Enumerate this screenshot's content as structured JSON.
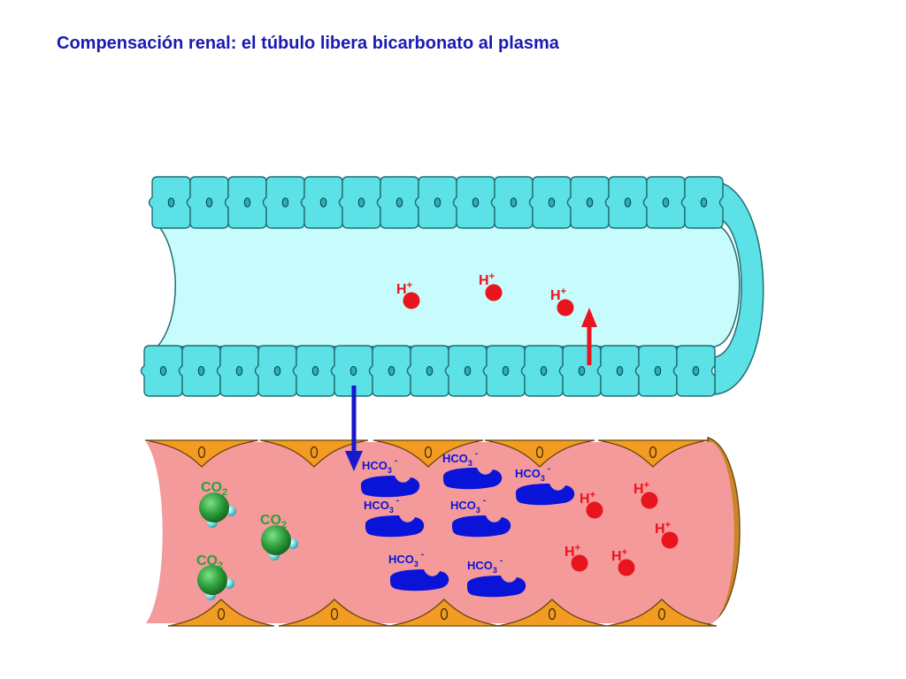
{
  "title": "Compensación renal: el túbulo libera bicarbonato al plasma",
  "colors": {
    "title": "#1a1ab4",
    "tubule_cell": "#5ce1e6",
    "tubule_lumen": "#c8fbfc",
    "capillary_plasma": "#f59a9a",
    "endothelial_cell": "#f29c22",
    "proton": "#e8141e",
    "bicarbonate": "#0a14d8",
    "co2_molecule": "#2c9e3a",
    "arrow_secretion": "#e8141e",
    "arrow_reabsorption": "#1818cc"
  },
  "labels": {
    "proton": "H",
    "proton_charge": "+",
    "bicarbonate": "HCO",
    "bicarbonate_sub": "3",
    "bicarbonate_charge": "-",
    "co2": "CO",
    "co2_sub": "2"
  }
}
